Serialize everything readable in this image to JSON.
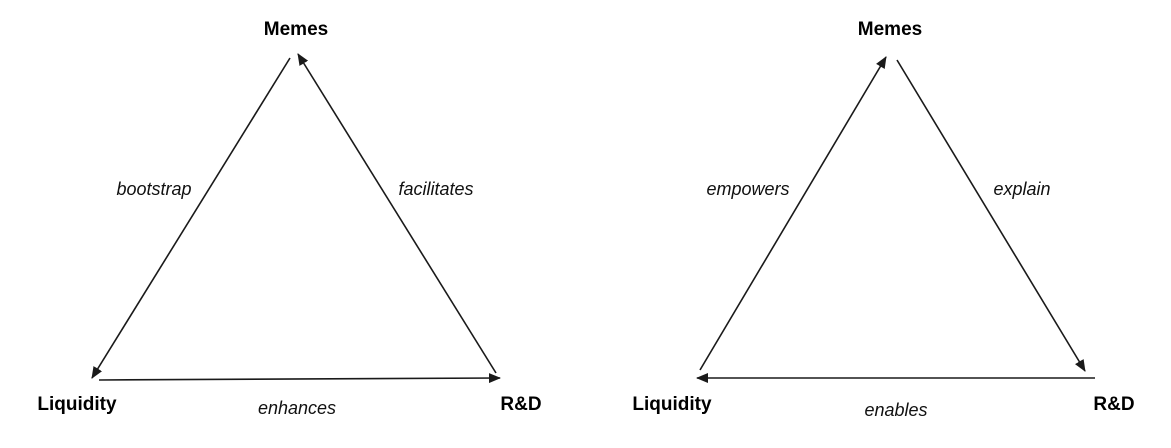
{
  "colors": {
    "line": "#1a1a1a",
    "text": "#000000",
    "background": "#ffffff"
  },
  "diagrams": [
    {
      "nodes": {
        "memes": "Memes",
        "liquidity": "Liquidity",
        "rd": "R&D"
      },
      "edges": [
        {
          "from": "memes",
          "to": "liquidity",
          "label": "bootstrap"
        },
        {
          "from": "rd",
          "to": "memes",
          "label": "facilitates"
        },
        {
          "from": "liquidity",
          "to": "rd",
          "label": "enhances"
        }
      ]
    },
    {
      "nodes": {
        "memes": "Memes",
        "liquidity": "Liquidity",
        "rd": "R&D"
      },
      "edges": [
        {
          "from": "liquidity",
          "to": "memes",
          "label": "empowers"
        },
        {
          "from": "memes",
          "to": "rd",
          "label": "explain"
        },
        {
          "from": "rd",
          "to": "liquidity",
          "label": "enables"
        }
      ]
    }
  ]
}
